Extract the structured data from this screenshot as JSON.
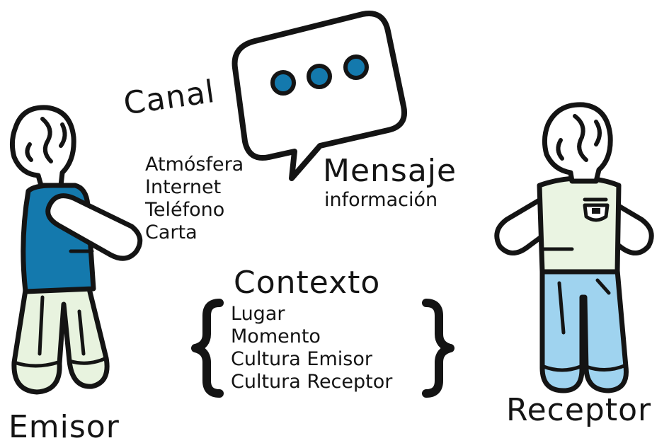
{
  "canal": {
    "title": "Canal",
    "items": [
      "Atmósfera",
      "Internet",
      "Teléfono",
      "Carta"
    ]
  },
  "mensaje": {
    "title": "Mensaje",
    "subtitle": "información"
  },
  "contexto": {
    "title": "Contexto",
    "items": [
      "Lugar",
      "Momento",
      "Cultura Emisor",
      "Cultura Receptor"
    ]
  },
  "emisor": {
    "label": "Emisor"
  },
  "receptor": {
    "label": "Receptor"
  },
  "colors": {
    "stroke": "#141414",
    "emisor_shirt": "#1479ad",
    "pants_light": "#e8f3df",
    "receptor_shirt": "#eaf4e2",
    "receptor_pants": "#9fd3ef",
    "bubble_dots": "#1479ad"
  }
}
